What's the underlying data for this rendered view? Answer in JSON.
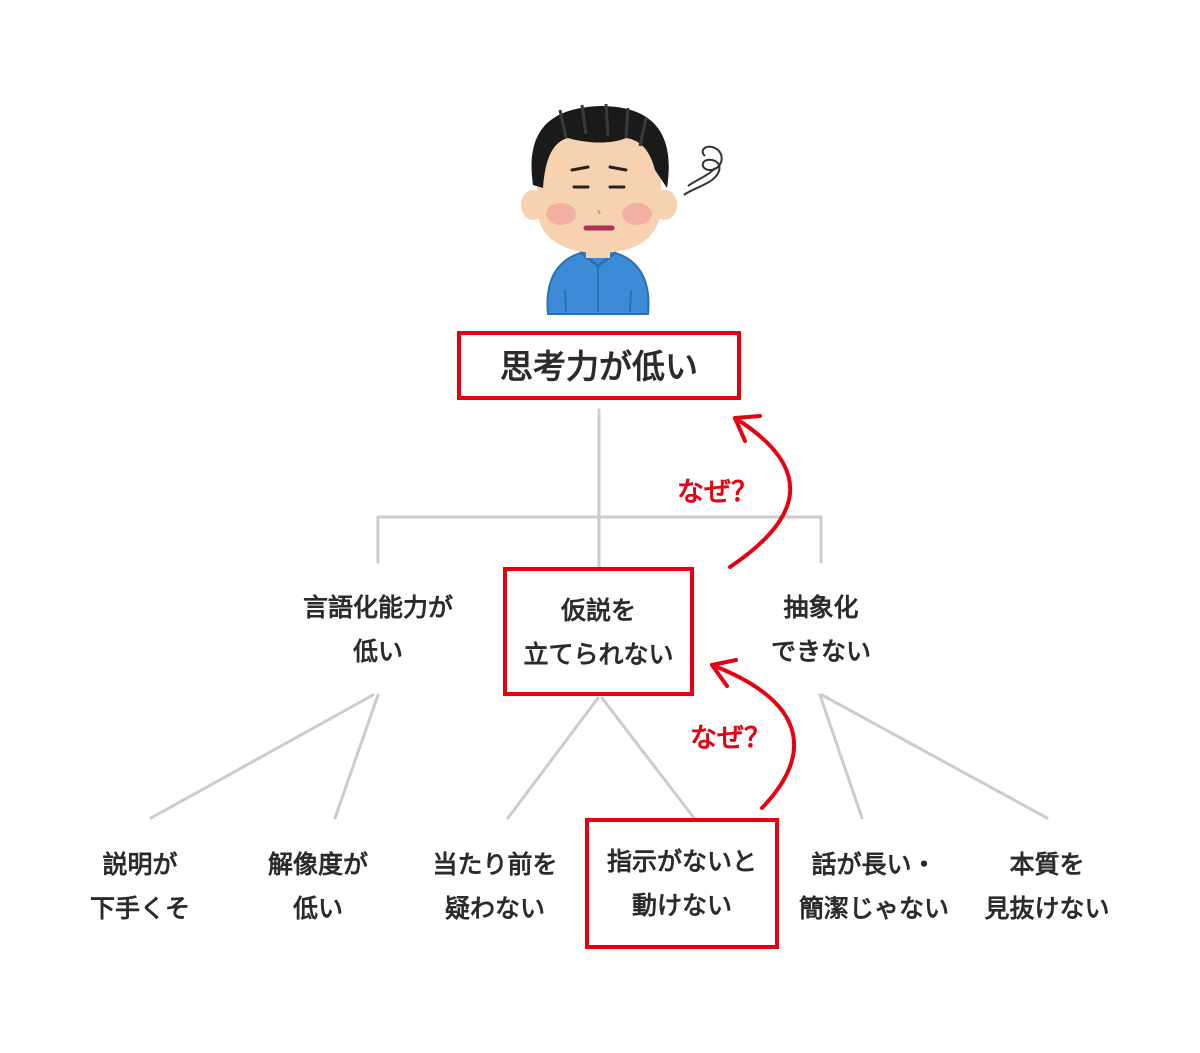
{
  "root": {
    "label": "思考力が低い"
  },
  "level1": [
    {
      "line1": "言語化能力が",
      "line2": "低い"
    },
    {
      "line1": "仮説を",
      "line2": "立てられない"
    },
    {
      "line1": "抽象化",
      "line2": "できない"
    }
  ],
  "level2": [
    {
      "line1": "説明が",
      "line2": "下手くそ"
    },
    {
      "line1": "解像度が",
      "line2": "低い"
    },
    {
      "line1": "当たり前を",
      "line2": "疑わない"
    },
    {
      "line1": "指示がないと",
      "line2": "動けない"
    },
    {
      "line1": "話が長い・",
      "line2": "簡潔じゃない"
    },
    {
      "line1": "本質を",
      "line2": "見抜けない"
    }
  ],
  "why_labels": [
    "なぜ？",
    "なぜ？"
  ],
  "colors": {
    "accent": "#e60012",
    "connector": "#cccccc",
    "text": "#2b2b2b",
    "shirt": "#3b8bd6"
  },
  "icons": [
    "worried-person-illustration",
    "dizzy-swirl-icon"
  ]
}
